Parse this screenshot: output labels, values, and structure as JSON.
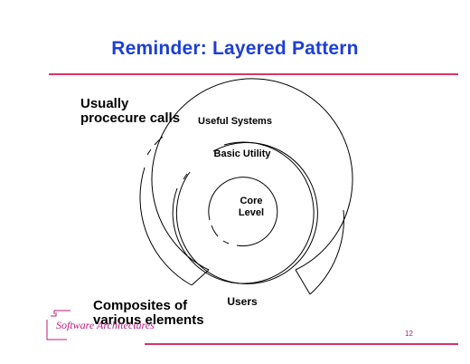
{
  "slide": {
    "title": "Reminder: Layered Pattern",
    "page_number": "12",
    "logo_text": "Software Architectures"
  },
  "annotations": {
    "usually_line1": "Usually",
    "usually_line2": "procecure calls",
    "composites_line1": "Composites of",
    "composites_line2": "various elements"
  },
  "layers": {
    "outer": "Useful Systems",
    "middle": "Basic Utility",
    "core_line1": "Core",
    "core_line2": "Level",
    "users": "Users"
  },
  "colors": {
    "title": "#1c3fd6",
    "rule": "#d6336c",
    "logo": "#c2187a",
    "line": "#000000"
  }
}
